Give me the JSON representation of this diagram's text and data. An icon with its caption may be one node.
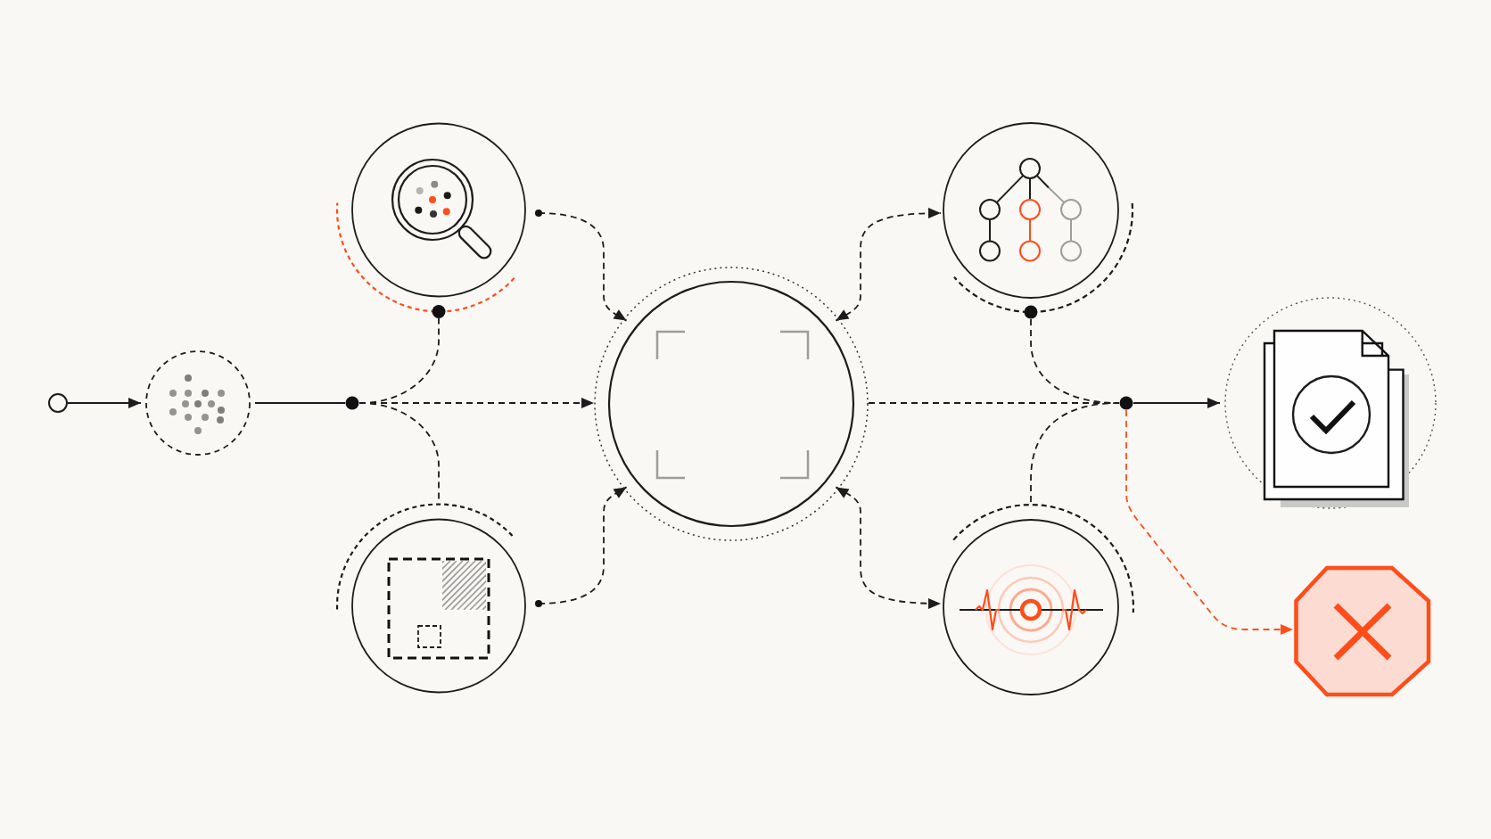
{
  "diagram": {
    "nodes": [
      {
        "text": [],
        "shape": "circle"
      },
      {
        "text": [],
        "shape": "circle"
      },
      {
        "text": [],
        "shape": "circle"
      },
      {
        "text": [],
        "shape": "circle"
      },
      {
        "text": [],
        "shape": "circle"
      },
      {
        "text": [],
        "shape": "circle"
      },
      {
        "text": [],
        "shape": "circle"
      },
      {
        "text": [],
        "shape": "circle"
      },
      {
        "text": [],
        "shape": "circle"
      },
      {
        "text": [],
        "shape": "document"
      },
      {
        "text": [],
        "shape": "octagon"
      }
    ],
    "edges": [
      {
        "from": 0,
        "to": 1,
        "arrow": "to"
      },
      {
        "from": 1,
        "to": 2,
        "arrow": "none"
      },
      {
        "from": 2,
        "to": 5,
        "arrow": "to",
        "style": "dashed"
      },
      {
        "from": 2,
        "to": 3,
        "arrow": "none",
        "style": "dashed"
      },
      {
        "from": 2,
        "to": 4,
        "arrow": "none",
        "style": "dashed"
      },
      {
        "from": 3,
        "to": 5,
        "arrow": "to",
        "style": "dashed"
      },
      {
        "from": 4,
        "to": 5,
        "arrow": "to",
        "style": "dashed"
      },
      {
        "from": 5,
        "to": 6,
        "arrow": "both",
        "style": "dashed"
      },
      {
        "from": 5,
        "to": 8,
        "arrow": "both",
        "style": "dashed"
      },
      {
        "from": 5,
        "to": 7,
        "arrow": "none",
        "style": "dashed"
      },
      {
        "from": 6,
        "to": 7,
        "arrow": "none",
        "style": "dashed"
      },
      {
        "from": 8,
        "to": 7,
        "arrow": "none",
        "style": "dashed"
      },
      {
        "from": 7,
        "to": 9,
        "arrow": "to"
      },
      {
        "from": 7,
        "to": 10,
        "arrow": "to",
        "style": "dashed",
        "color": "#ff4d1a"
      }
    ]
  }
}
